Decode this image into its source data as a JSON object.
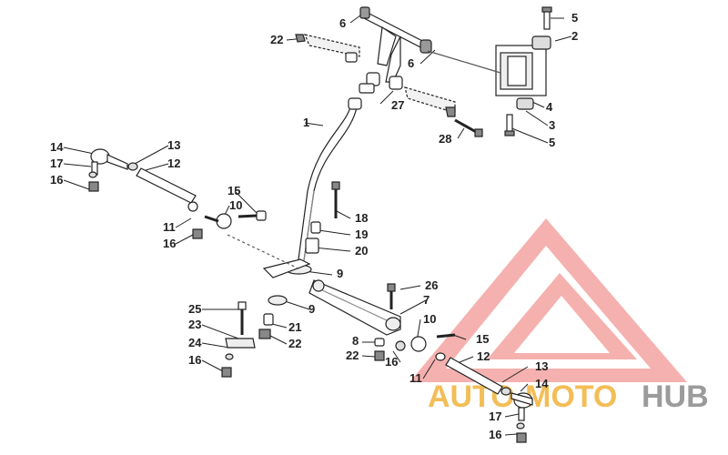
{
  "callouts": [
    "1",
    "2",
    "3",
    "4",
    "5",
    "5",
    "6",
    "6",
    "7",
    "8",
    "9",
    "9",
    "10",
    "10",
    "11",
    "11",
    "12",
    "12",
    "13",
    "13",
    "14",
    "14",
    "15",
    "15",
    "16",
    "16",
    "16",
    "16",
    "17",
    "17",
    "18",
    "19",
    "20",
    "21",
    "22",
    "22",
    "22",
    "23",
    "24",
    "25",
    "26",
    "27",
    "28"
  ],
  "watermark": {
    "part1": "AUTO",
    "part2": "MOTO",
    "part3": "HUB",
    "color_red": "#e8413c",
    "color_orange": "#f2b23a",
    "color_gray": "#8a8a8a"
  },
  "colors": {
    "line": "#222222",
    "part_fill": "#ffffff",
    "shade": "#d9d9d9"
  }
}
